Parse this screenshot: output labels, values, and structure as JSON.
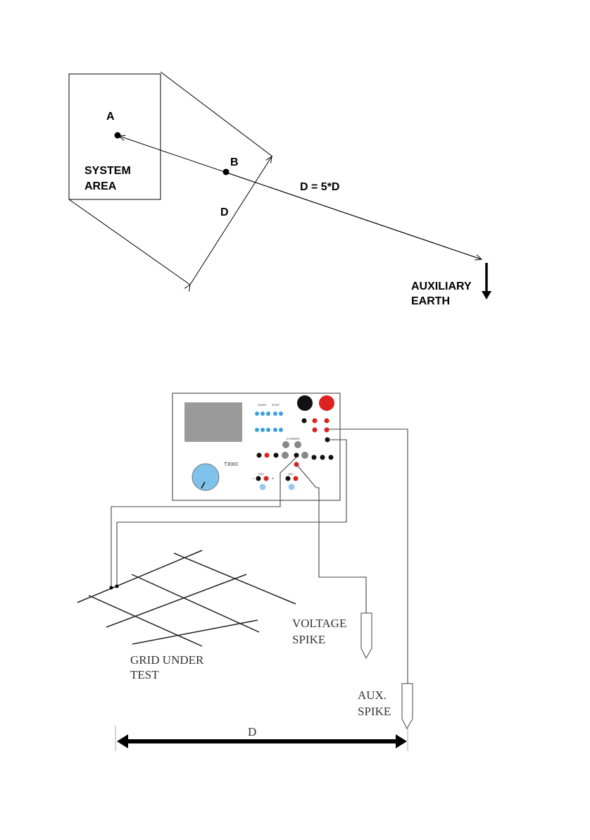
{
  "diagram1": {
    "point_a": "A",
    "point_b": "B",
    "system_area_line1": "SYSTEM",
    "system_area_line2": "AREA",
    "distance_label": "D",
    "ratio_label": "D = 5*D",
    "auxiliary_line1": "AUXILIARY",
    "auxiliary_line2": "EARTH"
  },
  "diagram2": {
    "instrument": {
      "model": "T3000",
      "start_label": "START",
      "stop_label": "STOP",
      "selector_label": "Ω SERIES",
      "vdc_label": "VDC",
      "vac_label": "VAC",
      "minus_sign": "−",
      "plus_sign": "+"
    },
    "grid_line1": "GRID UNDER",
    "grid_line2": "TEST",
    "voltage_line1": "VOLTAGE",
    "voltage_line2": "SPIKE",
    "aux_line1": "AUX.",
    "aux_line2": "SPIKE",
    "distance_label": "D"
  }
}
